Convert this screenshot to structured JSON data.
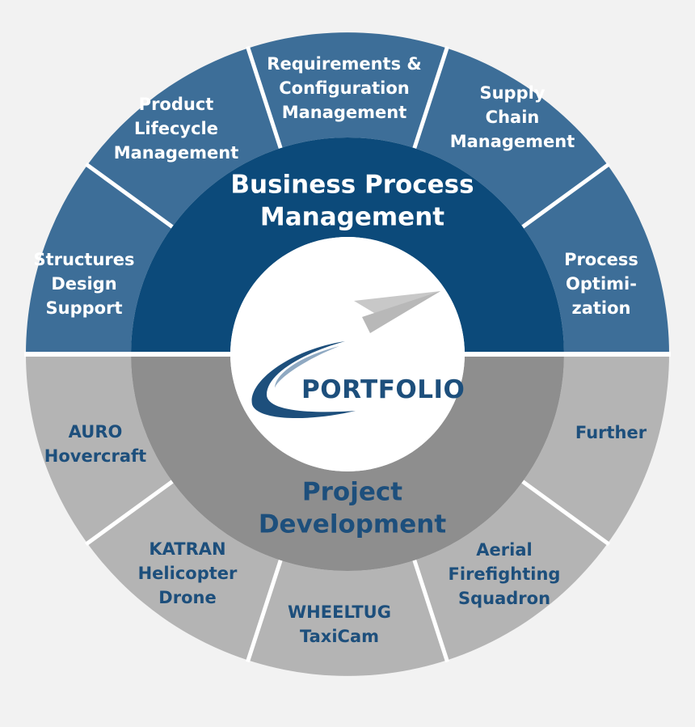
{
  "colors": {
    "background": "#f2f2f2",
    "outer_top": "#3d6e98",
    "inner_top": "#0c4a7a",
    "outer_bottom": "#b4b4b4",
    "inner_bottom": "#8e8e8e",
    "center": "#ffffff",
    "divider": "#ffffff",
    "text_dark": "#1d4f7c",
    "text_light": "#ffffff"
  },
  "inner_ring": {
    "top_label": [
      "Business Process",
      "Management"
    ],
    "bottom_label": [
      "Project",
      "Development"
    ]
  },
  "center": {
    "logo_icon": "paper-plane-swoosh-icon",
    "logo_text": "PORTFOLIO"
  },
  "outer_ring": {
    "top_segments": [
      {
        "name": "structures-design-support",
        "lines": [
          "Structures",
          "Design",
          "Support"
        ]
      },
      {
        "name": "product-lifecycle-management",
        "lines": [
          "Product",
          "Lifecycle",
          "Management"
        ]
      },
      {
        "name": "requirements-configuration-management",
        "lines": [
          "Requirements &",
          "Configuration",
          "Management"
        ]
      },
      {
        "name": "supply-chain-management",
        "lines": [
          "Supply",
          "Chain",
          "Management"
        ]
      },
      {
        "name": "process-optimization",
        "lines": [
          "Process",
          "Optimi-",
          "zation"
        ]
      }
    ],
    "bottom_segments": [
      {
        "name": "auro-hovercraft",
        "lines": [
          "AURO",
          "Hovercraft"
        ]
      },
      {
        "name": "katran-helicopter-drone",
        "lines": [
          "KATRAN",
          "Helicopter",
          "Drone"
        ]
      },
      {
        "name": "wheeltug-taxicam",
        "lines": [
          "WHEELTUG",
          "TaxiCam"
        ]
      },
      {
        "name": "aerial-firefighting-squadron",
        "lines": [
          "Aerial",
          "Firefighting",
          "Squadron"
        ]
      },
      {
        "name": "further",
        "lines": [
          "Further"
        ]
      }
    ]
  }
}
